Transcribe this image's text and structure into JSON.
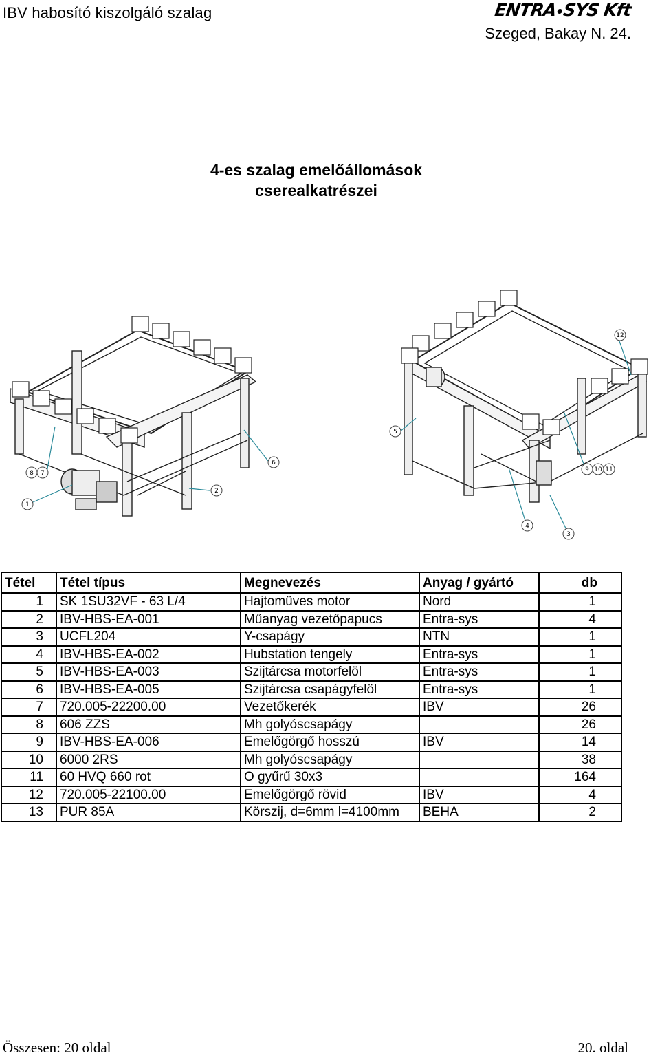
{
  "header": {
    "doc_title": "IBV habosító  kiszolgáló szalag",
    "logo_left": "ENTRA",
    "logo_right": "SYS Kft",
    "address": "Szeged, Bakay N. 24."
  },
  "page_title_line1": "4-es szalag emelőállomások",
  "page_title_line2": "cserealkatrészei",
  "drawing": {
    "callouts_left": [
      "8",
      "7",
      "1",
      "2",
      "6"
    ],
    "callouts_right": [
      "5",
      "12",
      "9",
      "10",
      "11",
      "4",
      "3"
    ]
  },
  "table": {
    "headers": {
      "num": "Tétel",
      "type": "Tétel típus",
      "name": "Megnevezés",
      "mfr": "Anyag / gyártó",
      "qty": "db"
    },
    "rows": [
      {
        "num": "1",
        "type": "SK 1SU32VF - 63 L/4",
        "name": "Hajtomüves motor",
        "mfr": "Nord",
        "qty": "1"
      },
      {
        "num": "2",
        "type": "IBV-HBS-EA-001",
        "name": "Műanyag vezetőpapucs",
        "mfr": "Entra-sys",
        "qty": "4"
      },
      {
        "num": "3",
        "type": "UCFL204",
        "name": "Y-csapágy",
        "mfr": "NTN",
        "qty": "1"
      },
      {
        "num": "4",
        "type": "IBV-HBS-EA-002",
        "name": "Hubstation tengely",
        "mfr": "Entra-sys",
        "qty": "1"
      },
      {
        "num": "5",
        "type": "IBV-HBS-EA-003",
        "name": "Szijtárcsa motorfelöl",
        "mfr": "Entra-sys",
        "qty": "1"
      },
      {
        "num": "6",
        "type": "IBV-HBS-EA-005",
        "name": "Szijtárcsa csapágyfelöl",
        "mfr": "Entra-sys",
        "qty": "1"
      },
      {
        "num": "7",
        "type": "720.005-22200.00",
        "name": "Vezetőkerék",
        "mfr": "IBV",
        "qty": "26"
      },
      {
        "num": "8",
        "type": "606 ZZS",
        "name": "Mh golyóscsapágy",
        "mfr": "",
        "qty": "26"
      },
      {
        "num": "9",
        "type": "IBV-HBS-EA-006",
        "name": "Emelőgörgő hosszú",
        "mfr": "IBV",
        "qty": "14"
      },
      {
        "num": "10",
        "type": "6000 2RS",
        "name": "Mh golyóscsapágy",
        "mfr": "",
        "qty": "38"
      },
      {
        "num": "11",
        "type": "60 HVQ 660 rot",
        "name": "O gyűrű 30x3",
        "mfr": "",
        "qty": "164"
      },
      {
        "num": "12",
        "type": "720.005-22100.00",
        "name": "Emelőgörgő rövid",
        "mfr": "IBV",
        "qty": "4"
      },
      {
        "num": "13",
        "type": "PUR 85A",
        "name": "Körszij, d=6mm l=4100mm",
        "mfr": "BEHA",
        "qty": "2"
      }
    ]
  },
  "footer": {
    "total": "Összesen:  20 oldal",
    "page": "20. oldal"
  }
}
